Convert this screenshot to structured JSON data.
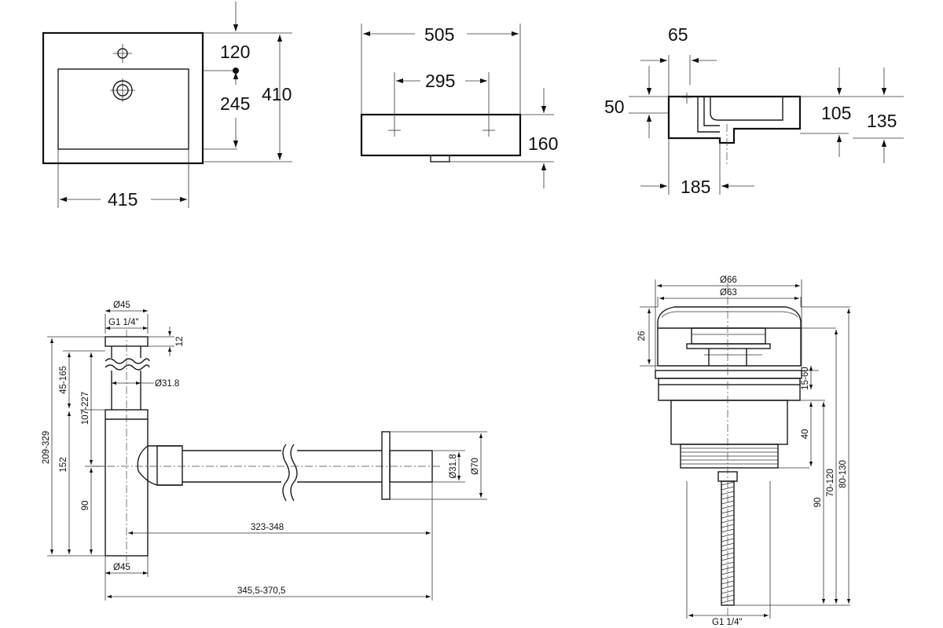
{
  "basin": {
    "top_view": {
      "width": "415",
      "height": "410",
      "tap_offset": "120",
      "drain_offset": "245"
    },
    "front_view": {
      "width": "505",
      "hole_spacing": "295",
      "height": "160"
    },
    "side_view": {
      "top_offset": "65",
      "rim_height": "50",
      "inner_depth": "105",
      "total_height": "135",
      "drain_offset": "185"
    }
  },
  "siphon": {
    "top_diameter": "Ø45",
    "thread": "G1 1/4\"",
    "cap_height": "12",
    "upper_range": "45-165",
    "pipe_diameter": "Ø31.8",
    "middle_range": "107-227",
    "total_range": "209-329",
    "body_height": "152",
    "outlet_height": "90",
    "horizontal_range": "323-348",
    "outlet_pipe_diameter": "Ø31.8",
    "flange_diameter": "Ø70",
    "bottom_diameter": "Ø45",
    "total_length": "345,5-370,5"
  },
  "drain_valve": {
    "outer_diameter": "Ø66",
    "cap_diameter": "Ø63",
    "cap_height": "26",
    "adjust_range": "15-60",
    "body_height": "40",
    "thread_height": "90",
    "range_1": "70-120",
    "range_2": "80-130",
    "thread": "G1 1/4\""
  }
}
